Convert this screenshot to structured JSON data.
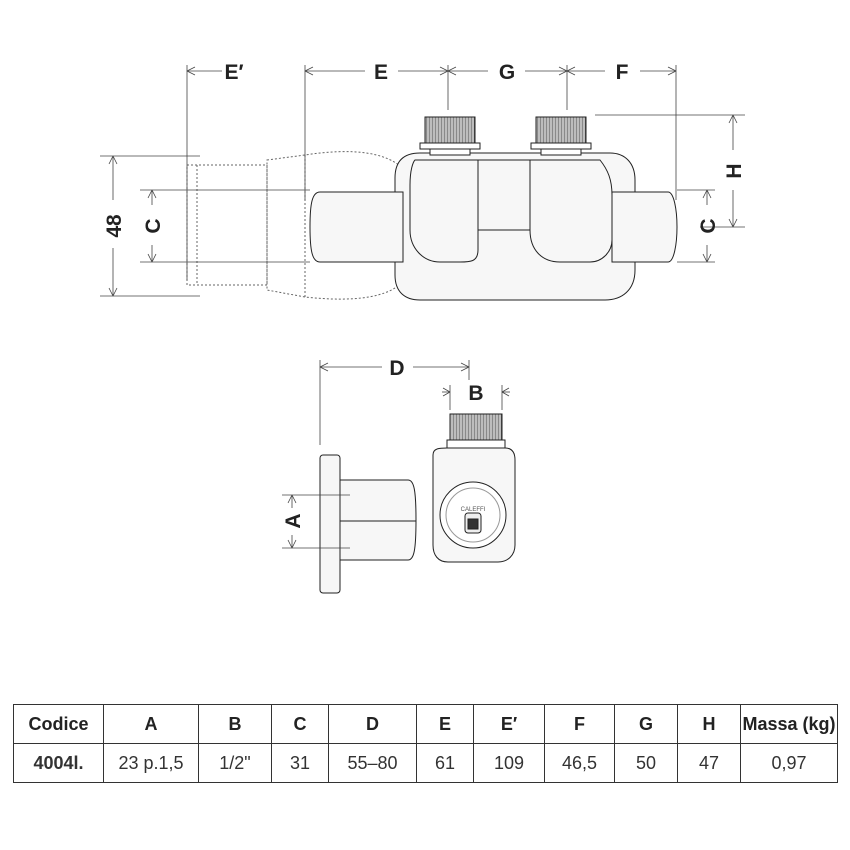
{
  "dimensions": {
    "e_prime": "E′",
    "e": "E",
    "g": "G",
    "f": "F",
    "h": "H",
    "c_left": "C",
    "c_right": "C",
    "height_48": "48",
    "d": "D",
    "b": "B",
    "a": "A"
  },
  "brand_mark": "CALEFFI",
  "table": {
    "headers": [
      "Codice",
      "A",
      "B",
      "C",
      "D",
      "E",
      "E′",
      "F",
      "G",
      "H",
      "Massa (kg)"
    ],
    "rows": [
      [
        "4004l.",
        "23 p.1,5",
        "1/2\"",
        "31",
        "55–80",
        "61",
        "109",
        "46,5",
        "50",
        "47",
        "0,97"
      ]
    ]
  },
  "colors": {
    "line": "#222222",
    "dim_line": "#444444",
    "body_fill": "#f7f7f7",
    "thread": "#777777"
  }
}
